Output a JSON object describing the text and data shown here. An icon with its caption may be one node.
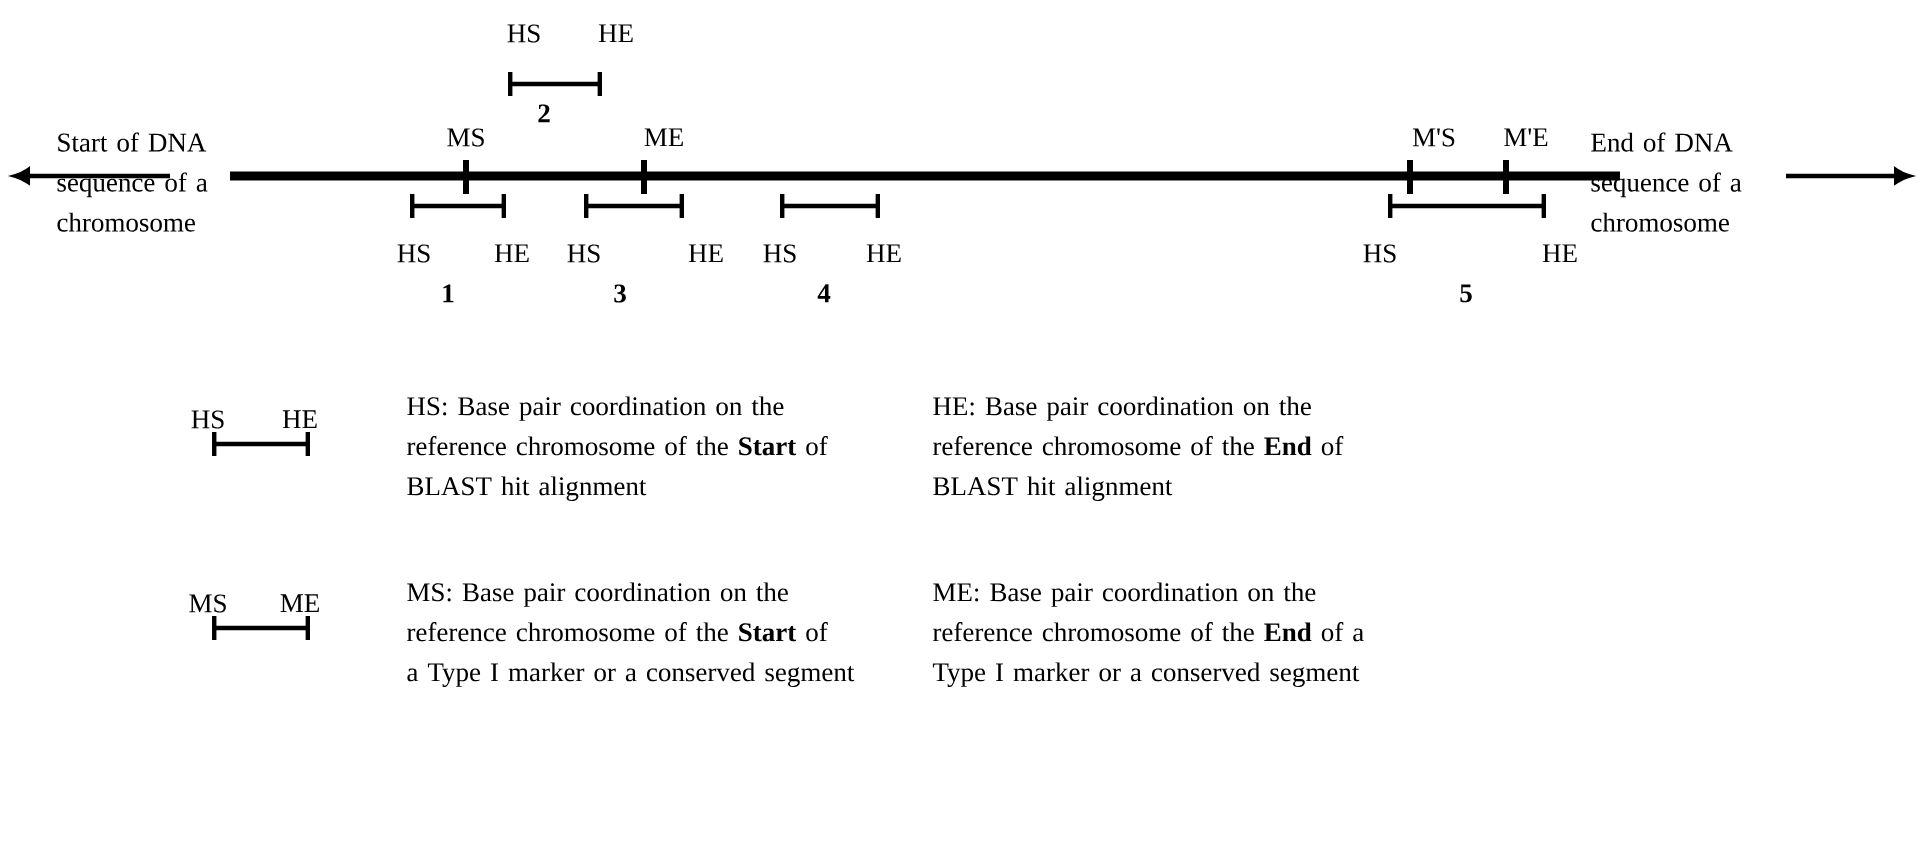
{
  "diagram": {
    "labels": [
      "HS",
      "HE",
      "2",
      "Start of DNA sequence of a chromosome",
      "MS",
      "ME",
      "M'S",
      "M'E",
      "End of DNA sequence of a chromosome",
      "HS",
      "HE",
      "HS",
      "HE",
      "HS",
      "HE",
      "HS",
      "HE",
      "1",
      "3",
      "4",
      "5",
      "HS",
      "HE",
      "HS: Base pair coordination on the reference chromosome of the **Start** of BLAST hit alignment",
      "HE: Base pair coordination on the reference chromosome of the **End** of BLAST hit alignment",
      "MS",
      "ME",
      "MS: Base pair coordination on the reference chromosome of the **Start** of a Type I marker or a conserved segment",
      "ME: Base pair coordination on the reference chromosome of the **End** of a Type I marker or a conserved segment"
    ]
  }
}
